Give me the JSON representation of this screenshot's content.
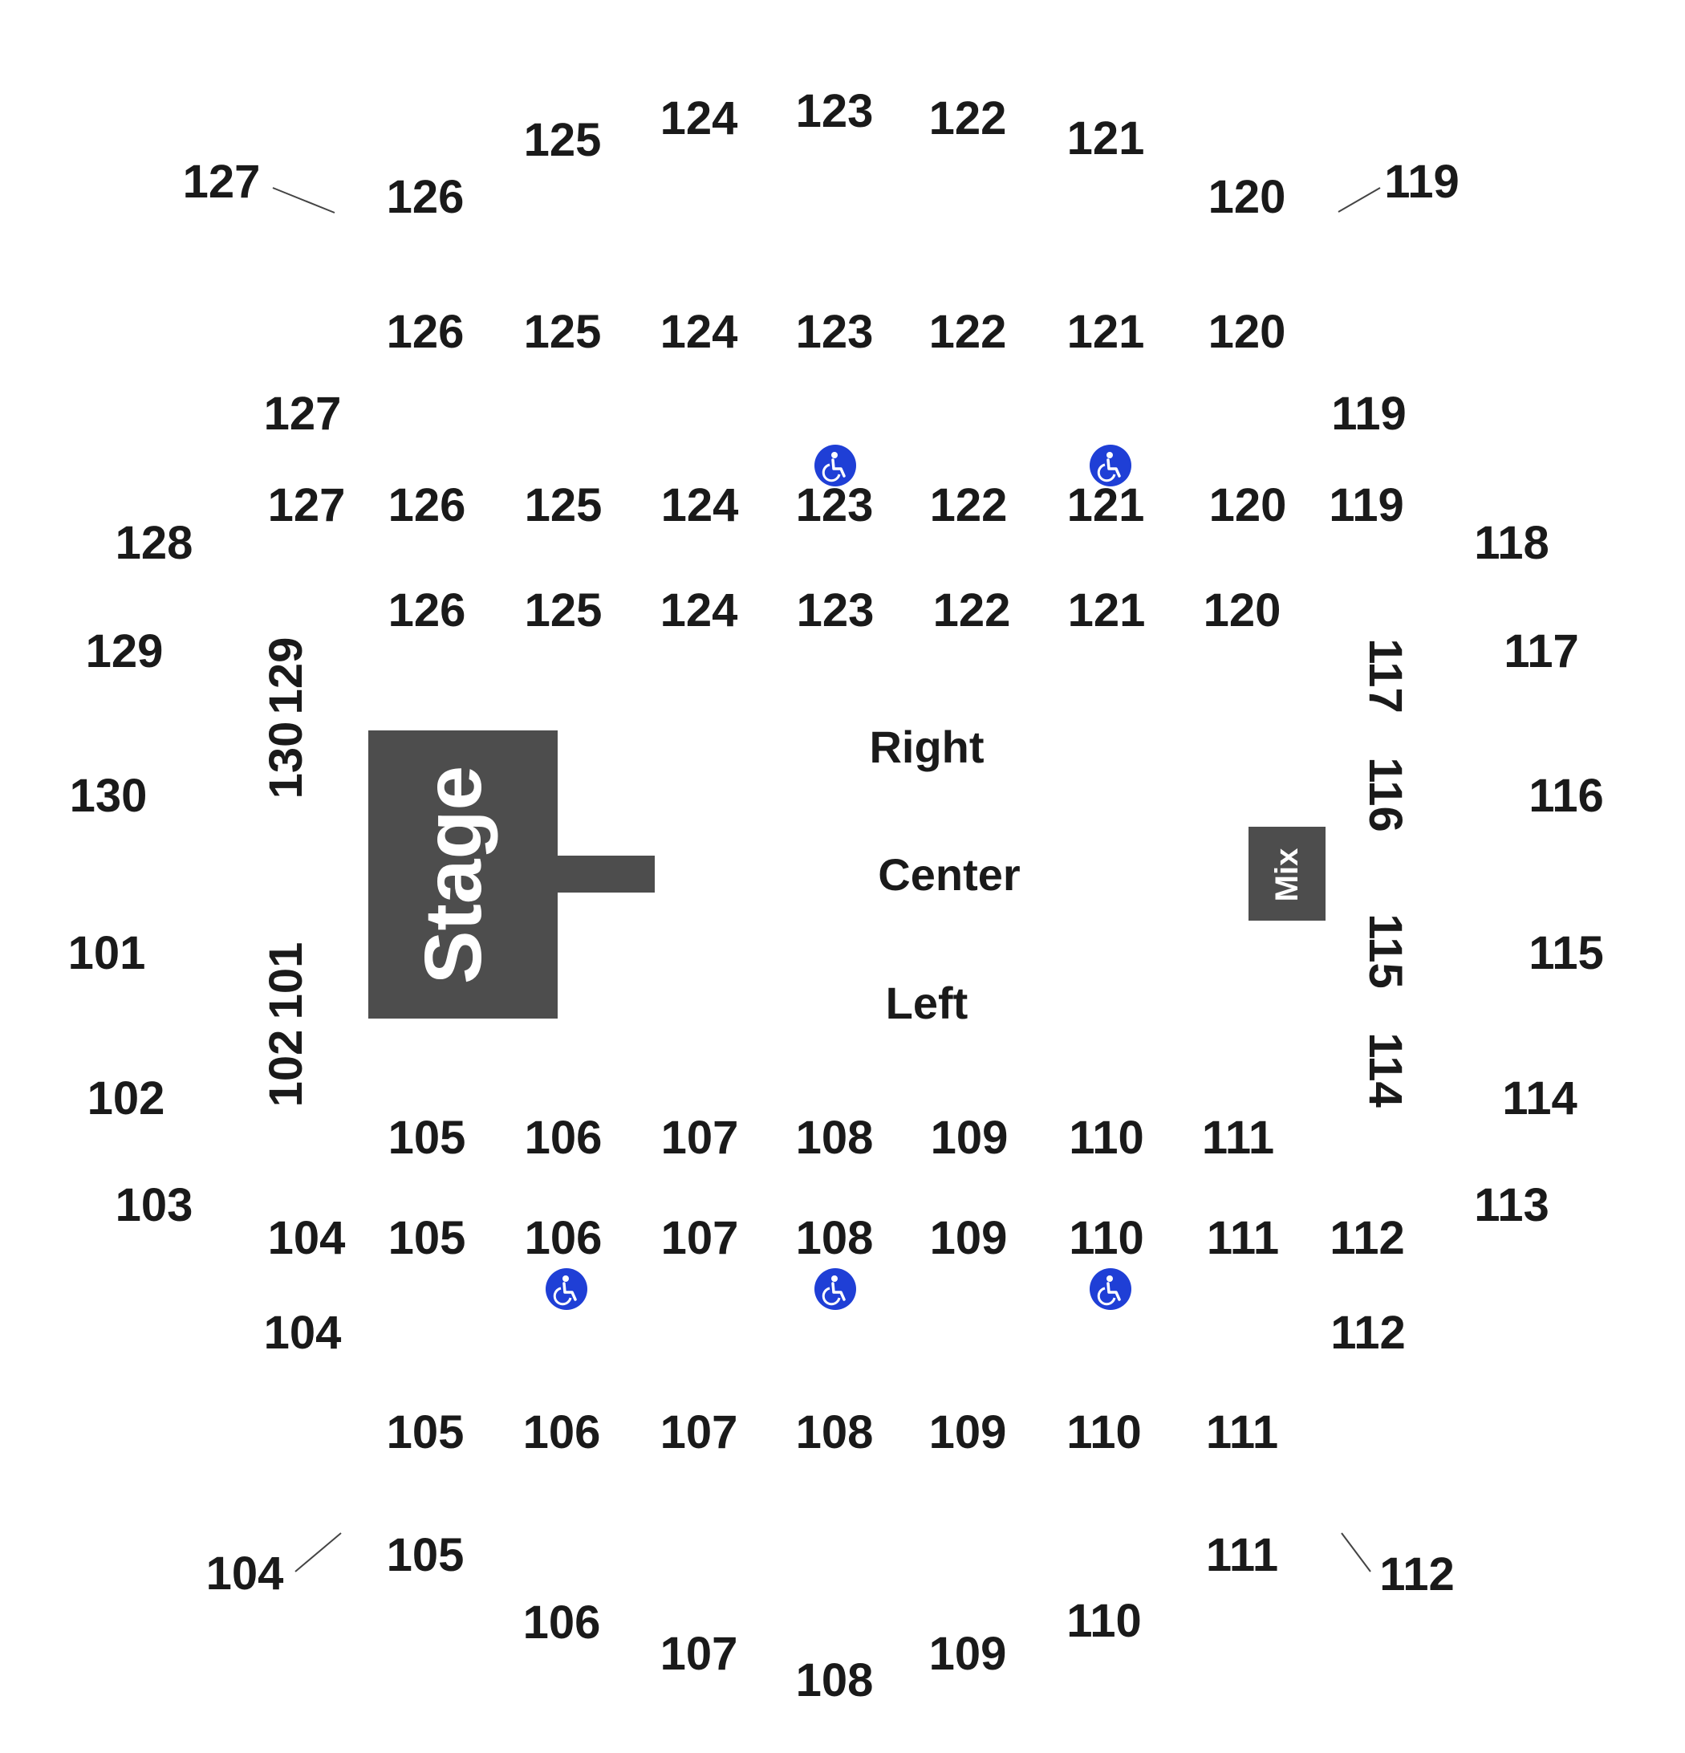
{
  "map": {
    "stage_label": "Stage",
    "mix_label": "Mix",
    "zones": {
      "right": "Right",
      "center": "Center",
      "left": "Left"
    },
    "icons": {
      "accessible": "wheelchair-icon"
    },
    "colors": {
      "stage": "#4d4d4d",
      "accessible": "#1f3fd6",
      "text": "#1a1a1a"
    }
  },
  "sections": {
    "upper_top": [
      "127",
      "126",
      "125",
      "124",
      "123",
      "122",
      "121",
      "120",
      "119"
    ],
    "top_row2": [
      "126",
      "125",
      "124",
      "123",
      "122",
      "121",
      "120"
    ],
    "top_sides_row3": [
      "127",
      "119"
    ],
    "top_row4": [
      "127",
      "126",
      "125",
      "124",
      "123",
      "122",
      "121",
      "120",
      "119"
    ],
    "top_row5": [
      "126",
      "125",
      "124",
      "123",
      "122",
      "121",
      "120"
    ],
    "left_outer": [
      "128",
      "129",
      "130",
      "101",
      "102",
      "103"
    ],
    "right_outer": [
      "118",
      "117",
      "116",
      "115",
      "114",
      "113"
    ],
    "left_inner_rotated": [
      "129",
      "130",
      "101",
      "102"
    ],
    "right_inner_rotated": [
      "117",
      "116",
      "115",
      "114"
    ],
    "bottom_row1": [
      "105",
      "106",
      "107",
      "108",
      "109",
      "110",
      "111"
    ],
    "bottom_row2": [
      "104",
      "105",
      "106",
      "107",
      "108",
      "109",
      "110",
      "111",
      "112"
    ],
    "bottom_sides_row3": [
      "104",
      "112"
    ],
    "bottom_row4": [
      "105",
      "106",
      "107",
      "108",
      "109",
      "110",
      "111"
    ],
    "lower_bottom": [
      "104",
      "105",
      "106",
      "107",
      "108",
      "109",
      "110",
      "111",
      "112"
    ]
  }
}
